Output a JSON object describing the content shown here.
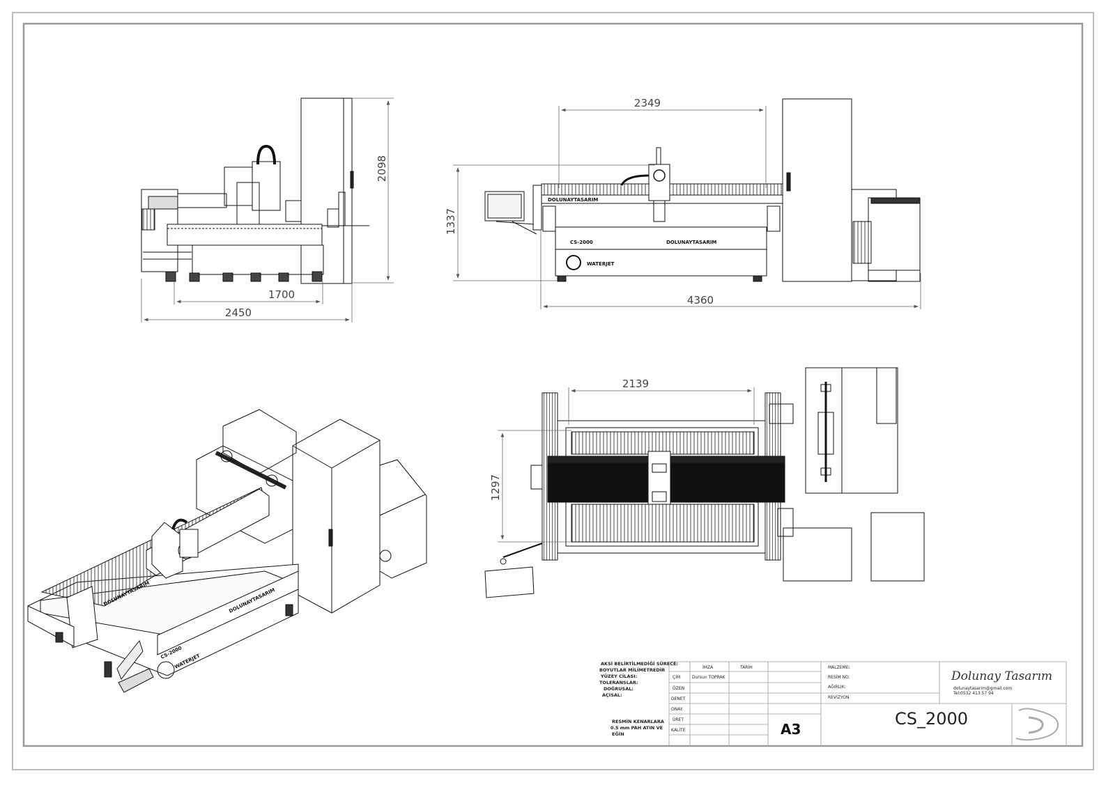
{
  "dimensions": {
    "side_height": "2098",
    "side_inner_width": "1700",
    "side_overall_width": "2450",
    "front_gantry_width": "2349",
    "front_height": "1337",
    "front_overall_width": "4360",
    "top_table_width": "2139",
    "top_table_depth": "1297"
  },
  "machine_labels": {
    "brand": "DOLUNAYTASARIM",
    "model": "CS-2000",
    "waterjet": "WATERJET"
  },
  "title_block": {
    "notes": {
      "line1": "AKSİ BELİRTİLMEDİĞİ SÜRECE:",
      "line2": "BOYUTLAR MİLİMETREDİR",
      "line3": "YÜZEY CİLASI:",
      "line4": "TOLERANSLAR:",
      "line5": "DOĞRUSAL:",
      "line6": "AÇISAL:",
      "edge1": "RESMİN KENARLARA",
      "edge2": "0.5 mm PAH ATIN VE",
      "edge3": "EĞİN"
    },
    "headers": {
      "imza": "İMZA",
      "tarih": "TARİH"
    },
    "rows": {
      "cizim": "ÇİM",
      "drawer_name": "Dursun TOPRAK",
      "ozen": "ÖZEN",
      "denet": "DENET",
      "onay": "ONAY.",
      "uret": "ÜRET",
      "kalite": "KALİTE"
    },
    "fields": {
      "malzeme": "MALZEME:",
      "resim_no": "RESİM NO.",
      "agirlik": "AĞIRLIK:",
      "revizyon": "REVİZYON"
    },
    "sheet_size": "A3",
    "drawing_title": "CS_2000",
    "company": "Dolunay Tasarım",
    "email": "dolunaytasarim@gmail.com",
    "phone": "Tel:0532 413 57 94"
  }
}
